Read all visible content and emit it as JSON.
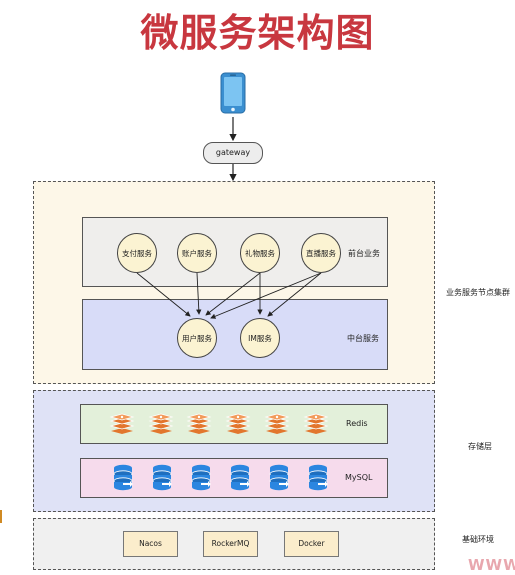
{
  "title": "微服务架构图",
  "gateway": "gateway",
  "front_services": [
    "支付服务",
    "账户服务",
    "礼物服务",
    "直播服务"
  ],
  "front_label": "前台业务",
  "middle_services": [
    "用户服务",
    "IM服务"
  ],
  "middle_label": "中台服务",
  "biz_cluster_label": "业务服务节点集群",
  "redis_label": "Redis",
  "mysql_label": "MySQL",
  "storage_label": "存储层",
  "base_tools": [
    "Nacos",
    "RockerMQ",
    "Docker"
  ],
  "base_label": "基础环境",
  "watermark": "WWW",
  "colors": {
    "title": "#c8373f",
    "redis_icon": "#e2762d",
    "mysql_icon": "#2b86e0",
    "phone": "#4aa3df"
  }
}
